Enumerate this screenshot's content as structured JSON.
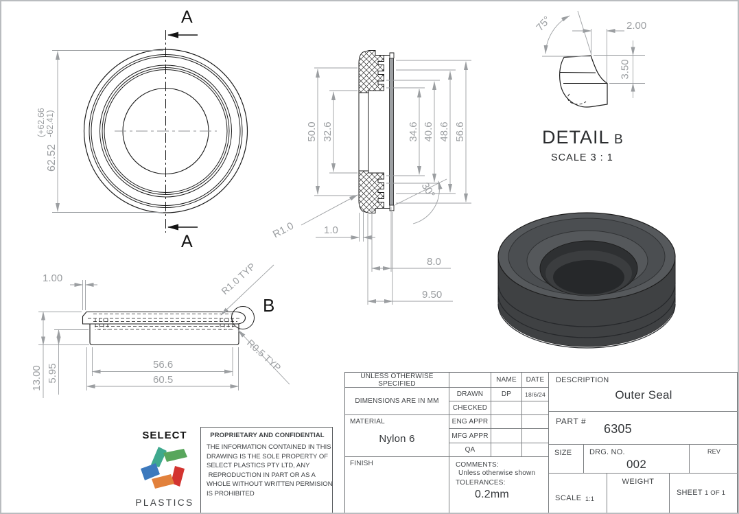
{
  "sheet": {
    "front_view": {
      "section_label": "A",
      "diameter": "62.52",
      "tol_upper": "(+62.66",
      "tol_lower": "-62.41)"
    },
    "section_view": {
      "d50": "50.0",
      "d32_6": "32.6",
      "d34_6": "34.6",
      "d40_6": "40.6",
      "d48_6": "48.6",
      "d56_6": "56.6",
      "angle": "30°",
      "radius": "R1.0",
      "d1_0": "1.0",
      "d8_0": "8.0",
      "d9_5": "9.50"
    },
    "side_view": {
      "d1_00": "1.00",
      "d13": "13.00",
      "d5_95": "5.95",
      "d56_6": "56.6",
      "d60_5": "60.5",
      "r1_typ": "R1.0 TYP",
      "r05_typ": "R0.5 TYP",
      "detail_label": "B"
    },
    "detail_view": {
      "title": "DETAIL",
      "label": "B",
      "scale": "SCALE 3 : 1",
      "angle": "75°",
      "d2_00": "2.00",
      "d3_50": "3.50"
    }
  },
  "logo": {
    "line1": "SELECT",
    "line2": "PLASTICS",
    "colors": {
      "teal": "#3fa98e",
      "green": "#58a65c",
      "blue": "#3c79bd",
      "orange": "#e2813c",
      "red": "#d33430"
    }
  },
  "proprietary": {
    "title": "PROPRIETARY AND CONFIDENTIAL",
    "body": [
      "THE INFORMATION CONTAINED IN THIS",
      "DRAWING IS THE SOLE PROPERTY OF",
      "SELECT PLASTICS PTY LTD, ANY",
      " REPRODUCTION IN PART OR AS A",
      "WHOLE WITHOUT WRITTEN PERMISION",
      "IS PROHIBITED"
    ]
  },
  "title_block": {
    "spec_header": "UNLESS OTHERWISE SPECIFIED",
    "dims_note": "DIMENSIONS ARE IN MM",
    "name_header": "NAME",
    "date_header": "DATE",
    "rows": [
      {
        "label": "DRAWN",
        "name": "DP",
        "date": "18/6/24"
      },
      {
        "label": "CHECKED",
        "name": "",
        "date": ""
      },
      {
        "label": "ENG APPR",
        "name": "",
        "date": ""
      },
      {
        "label": "MFG APPR",
        "name": "",
        "date": ""
      },
      {
        "label": "QA",
        "name": "",
        "date": ""
      }
    ],
    "material_label": "MATERIAL",
    "material_value": "Nylon 6",
    "finish_label": "FINISH",
    "comments_label": "COMMENTS:",
    "comments_value": "Unless otherwise shown",
    "tolerances_label": "TOLERANCES:",
    "tolerances_value": "0.2mm",
    "description_label": "DESCRIPTION",
    "description_value": "Outer Seal",
    "part_label": "PART #",
    "part_value": "6305",
    "size_label": "SIZE",
    "drg_label": "DRG. NO.",
    "drg_value": "002",
    "rev_label": "REV",
    "scale_label": "SCALE",
    "scale_value": "1:1",
    "weight_label": "WEIGHT",
    "sheet_label": "SHEET",
    "sheet_value": "1 OF 1"
  }
}
